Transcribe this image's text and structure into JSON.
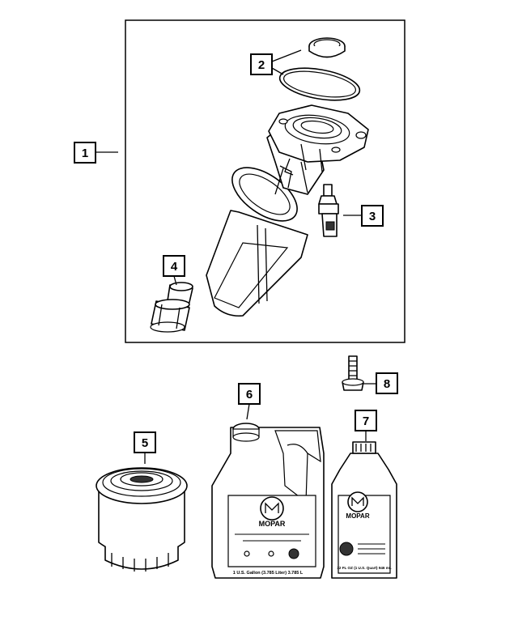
{
  "callouts": [
    {
      "id": "1",
      "label": "1"
    },
    {
      "id": "2",
      "label": "2"
    },
    {
      "id": "3",
      "label": "3"
    },
    {
      "id": "4",
      "label": "4"
    },
    {
      "id": "5",
      "label": "5"
    },
    {
      "id": "6",
      "label": "6"
    },
    {
      "id": "7",
      "label": "7"
    },
    {
      "id": "8",
      "label": "8"
    }
  ],
  "jug_label": {
    "brand": "MOPAR",
    "volume": "1 U.S. Gallon (3.785 Liter) 3.785 L"
  },
  "bottle_label": {
    "brand": "MOPAR",
    "volume": "32 FL OZ (1 U.S. Quart) 946 mL"
  }
}
